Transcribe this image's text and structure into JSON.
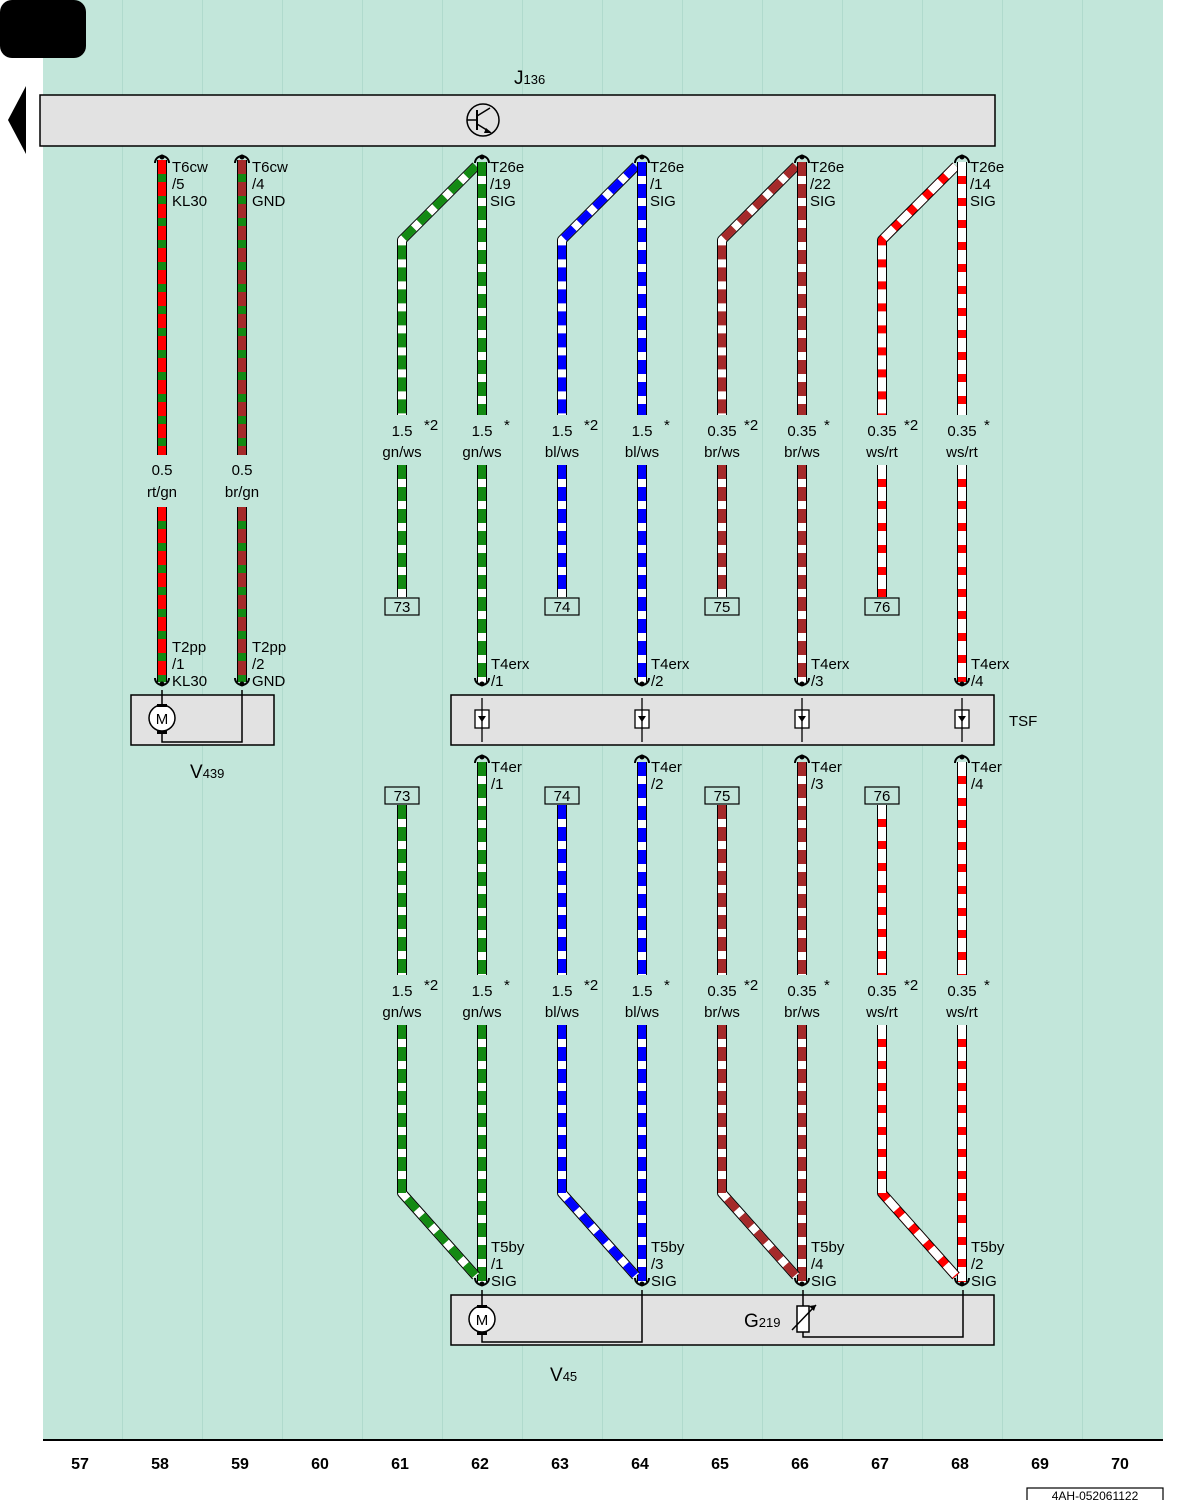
{
  "page_tab": "",
  "components": {
    "control_unit": {
      "name": "J",
      "sub": "136"
    },
    "motor_left": {
      "name": "V",
      "sub": "439"
    },
    "tsf": {
      "name": "TSF"
    },
    "motor_bottom": {
      "name": "V",
      "sub": "45"
    },
    "sensor": {
      "name": "G",
      "sub": "219"
    },
    "motor_symbol": "M"
  },
  "top_pins": [
    {
      "conn": "T6cw",
      "pin": "/5",
      "sig": "KL30"
    },
    {
      "conn": "T6cw",
      "pin": "/4",
      "sig": "GND"
    },
    {
      "conn": "T26e",
      "pin": "/19",
      "sig": "SIG"
    },
    {
      "conn": "T26e",
      "pin": "/1",
      "sig": "SIG"
    },
    {
      "conn": "T26e",
      "pin": "/22",
      "sig": "SIG"
    },
    {
      "conn": "T26e",
      "pin": "/14",
      "sig": "SIG"
    }
  ],
  "left_wires": [
    {
      "size": "0.5",
      "color": "rt/gn"
    },
    {
      "size": "0.5",
      "color": "br/gn"
    }
  ],
  "motor_pins": [
    {
      "conn": "T2pp",
      "pin": "/1",
      "sig": "KL30"
    },
    {
      "conn": "T2pp",
      "pin": "/2",
      "sig": "GND"
    }
  ],
  "upper_wires": [
    {
      "size": "1.5",
      "color": "gn/ws",
      "note": "*2"
    },
    {
      "size": "1.5",
      "color": "gn/ws",
      "note": "*"
    },
    {
      "size": "1.5",
      "color": "bl/ws",
      "note": "*2"
    },
    {
      "size": "1.5",
      "color": "bl/ws",
      "note": "*"
    },
    {
      "size": "0.35",
      "color": "br/ws",
      "note": "*2"
    },
    {
      "size": "0.35",
      "color": "br/ws",
      "note": "*"
    },
    {
      "size": "0.35",
      "color": "ws/rt",
      "note": "*2"
    },
    {
      "size": "0.35",
      "color": "ws/rt",
      "note": "*"
    }
  ],
  "lower_wires": [
    {
      "size": "1.5",
      "color": "gn/ws",
      "note": "*2"
    },
    {
      "size": "1.5",
      "color": "gn/ws",
      "note": "*"
    },
    {
      "size": "1.5",
      "color": "bl/ws",
      "note": "*2"
    },
    {
      "size": "1.5",
      "color": "bl/ws",
      "note": "*"
    },
    {
      "size": "0.35",
      "color": "br/ws",
      "note": "*2"
    },
    {
      "size": "0.35",
      "color": "br/ws",
      "note": "*"
    },
    {
      "size": "0.35",
      "color": "ws/rt",
      "note": "*2"
    },
    {
      "size": "0.35",
      "color": "ws/rt",
      "note": "*"
    }
  ],
  "refs": [
    "73",
    "74",
    "75",
    "76"
  ],
  "tsf_upper_pins": [
    {
      "conn": "T4erx",
      "pin": "/1"
    },
    {
      "conn": "T4erx",
      "pin": "/2"
    },
    {
      "conn": "T4erx",
      "pin": "/3"
    },
    {
      "conn": "T4erx",
      "pin": "/4"
    }
  ],
  "tsf_lower_pins": [
    {
      "conn": "T4er",
      "pin": "/1"
    },
    {
      "conn": "T4er",
      "pin": "/2"
    },
    {
      "conn": "T4er",
      "pin": "/3"
    },
    {
      "conn": "T4er",
      "pin": "/4"
    }
  ],
  "bottom_pins": [
    {
      "conn": "T5by",
      "pin": "/1",
      "sig": "SIG"
    },
    {
      "conn": "T5by",
      "pin": "/3",
      "sig": "SIG"
    },
    {
      "conn": "T5by",
      "pin": "/4",
      "sig": "SIG"
    },
    {
      "conn": "T5by",
      "pin": "/2",
      "sig": "SIG"
    }
  ],
  "grid_numbers": [
    "57",
    "58",
    "59",
    "60",
    "61",
    "62",
    "63",
    "64",
    "65",
    "66",
    "67",
    "68",
    "69",
    "70"
  ],
  "doc_code": "4AH-052061122",
  "colors": {
    "background": "#c2e6da",
    "component_fill": "#e2e2e2",
    "rt": "#ff0000",
    "gn": "#138a13",
    "br": "#a52a2a",
    "bl": "#0000ff",
    "ws": "#ffffff"
  }
}
